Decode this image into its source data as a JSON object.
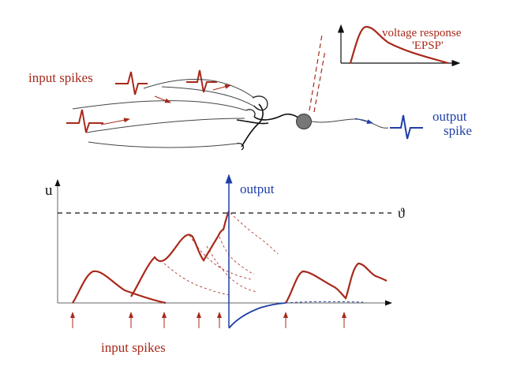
{
  "colors": {
    "red": "#a8291b",
    "blue": "#1f3fa6",
    "black": "#111111",
    "gray": "#444444",
    "soma": "#777777"
  },
  "top": {
    "input_label": "input spikes",
    "output_label_line1": "output",
    "output_label_line2": "spike",
    "epsp_label_line1": "voltage response",
    "epsp_label_line2": "'EPSP'"
  },
  "bottom": {
    "y_axis_label": "u",
    "threshold_label": "ϑ",
    "output_label": "output",
    "input_label": "input spikes"
  }
}
